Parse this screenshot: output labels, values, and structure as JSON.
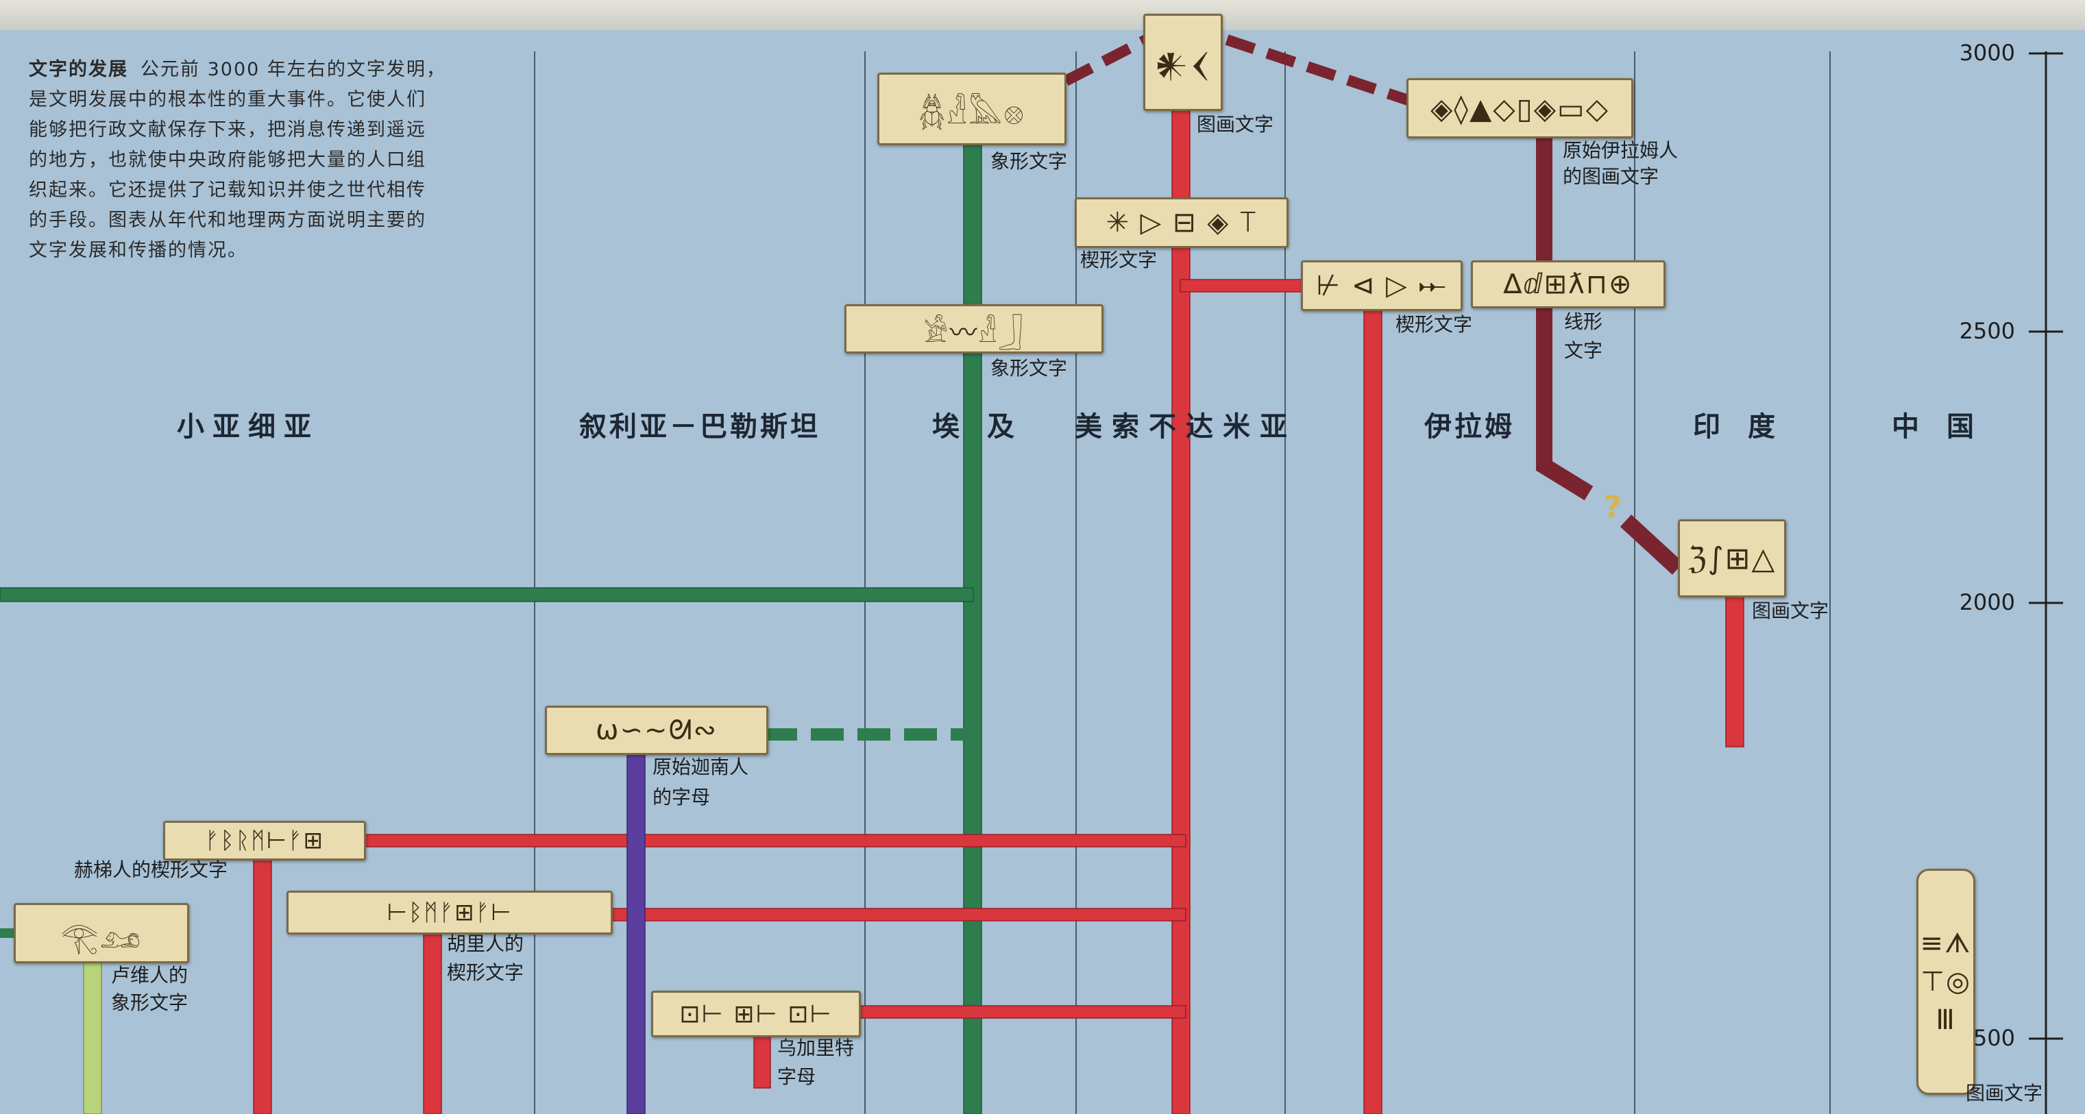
{
  "intro": {
    "title": "文字的发展",
    "lines": [
      "公元前 3000 年左右的文字发明，",
      "是文明发展中的根本性的重大事件。它使人们",
      "能够把行政文献保存下来，把消息传递到遥远",
      "的地方，也就使中央政府能够把大量的人口组",
      "织起来。它还提供了记载知识并使之世代相传",
      "的手段。图表从年代和地理两方面说明主要的",
      "文字发展和传播的情况。"
    ]
  },
  "regions": [
    "小亚细亚",
    "叙利亚－巴勒斯坦",
    "埃及",
    "美索不达米亚",
    "伊拉姆",
    "印度",
    "中国"
  ],
  "axis": {
    "ticks": [
      "3000",
      "2500",
      "2000",
      "1500"
    ]
  },
  "scripts": {
    "egypt_pictographic": "象形文字",
    "meso_picture": "图画文字",
    "proto_elamite_1": "原始伊拉姆人",
    "proto_elamite_2": "的图画文字",
    "meso_cuneiform": "楔形文字",
    "egypt_pictographic_2": "象形文字",
    "elam_cuneiform": "楔形文字",
    "linear_1": "线形",
    "linear_2": "文字",
    "india_picture": "图画文字",
    "canaanite_1": "原始迦南人",
    "canaanite_2": "的字母",
    "hittite": "赫梯人的楔形文字",
    "luwian_1": "卢维人的",
    "luwian_2": "象形文字",
    "hurrian_1": "胡里人的",
    "hurrian_2": "楔形文字",
    "ugarit_1": "乌加里特",
    "ugarit_2": "字母",
    "china_picture": "图画文字"
  },
  "glyphs": {
    "egypt_1": "𓆣𓁐𓅓𓊖",
    "meso_1": "𒀭𒌋",
    "elam_1": "◈◊▲◇▯◈▭◇",
    "meso_cun": "✳ ▷ ⊟  ◈  ⟙",
    "egypt_2": "𓀀〰𓁐𓃀",
    "elam_cun": "⊬ ⊲ ▷ 𐎀",
    "linear": "∆ⅆ⊞ƛ⊓⊕",
    "india": "ℨ∫⊞△",
    "canaan": "ω∽∼ᘛ∾",
    "hittite": "ᚠᛒᚱᛗ⊢ᚠ⊞",
    "luwian": "𓂀𓃭",
    "hurrian": "⊢ᛒᛗᚠ⊞ᚠ⊢",
    "ugarit": "⊡⊢ ⊞⊢ ⊡⊢",
    "china": "≡ᗑ⊤◎Ⅲ"
  },
  "colors": {
    "background": "#a9c2d6",
    "green": "#2e7d4f",
    "red": "#d9363e",
    "purple": "#5a3f9e",
    "maroon": "#7a2430",
    "lightgreen": "#b9d37a",
    "tablet": "#e9dcb0"
  }
}
